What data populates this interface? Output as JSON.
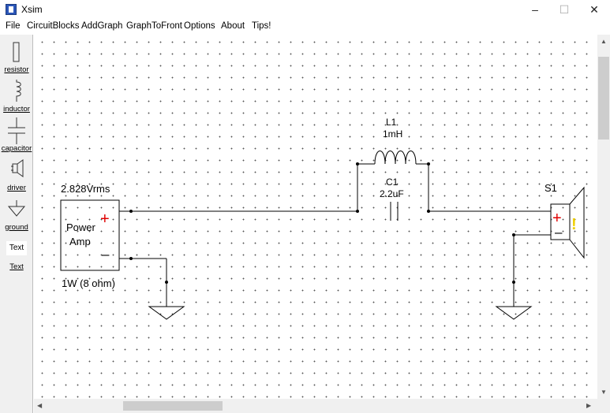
{
  "window": {
    "title": "Xsim",
    "minimize": "–",
    "maximize": "☐",
    "close": "✕"
  },
  "menu": [
    "File",
    "CircuitBlocks",
    "AddGraph",
    "GraphToFront",
    "Options",
    "About",
    "Tips!"
  ],
  "palette": {
    "resistor": "resistor",
    "inductor": "inductor",
    "capacitor": "capacitor",
    "driver": "driver",
    "ground": "ground",
    "text_tool": "Text",
    "text_label": "Text"
  },
  "circuit": {
    "source_voltage": "2.828Vrms",
    "amp_line1": "Power",
    "amp_line2": "Amp",
    "plus": "+",
    "minus": "–",
    "amp_rating": "1W (8 ohm)",
    "inductor_name": "L1",
    "inductor_value": "1mH",
    "cap_name": "C1",
    "cap_value": "2.2uF",
    "speaker_name": "S1",
    "warn": "!"
  },
  "colors": {
    "plus_red": "#e00000",
    "warn_yellow": "#f0d000"
  },
  "scroll": {
    "up": "▲",
    "down": "▼",
    "left": "◀",
    "right": "▶"
  }
}
